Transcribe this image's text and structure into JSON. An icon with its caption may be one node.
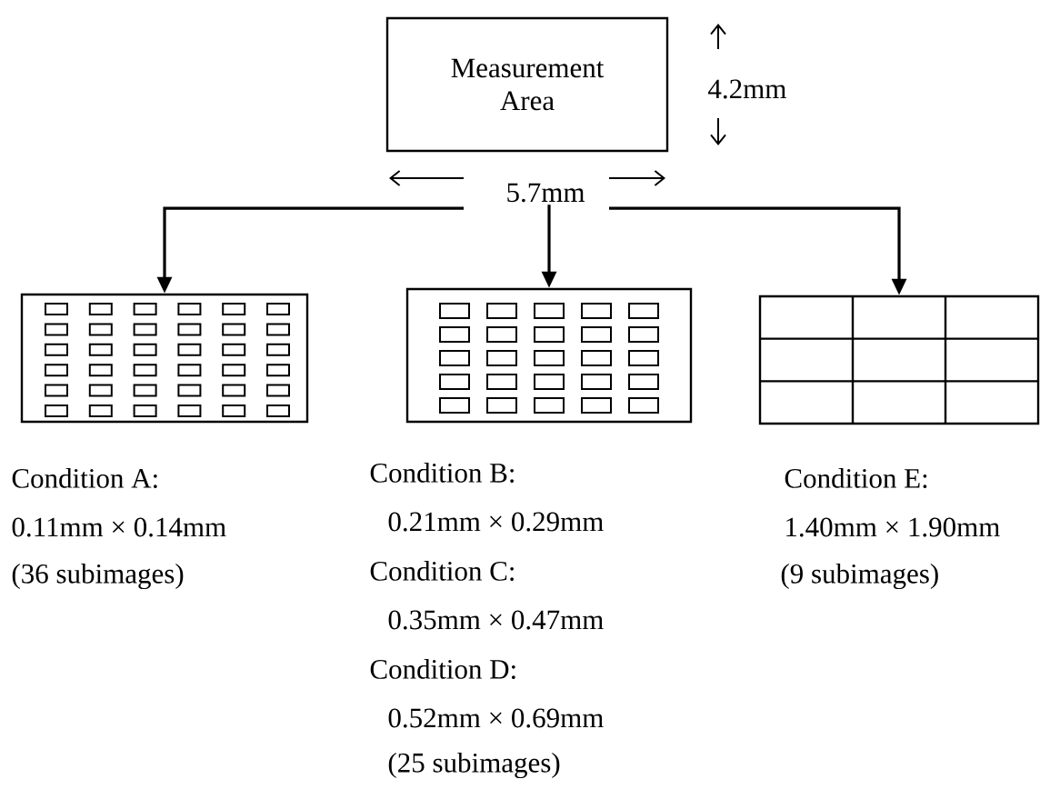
{
  "diagram": {
    "nodes": [
      {
        "text": [
          "Measurement Area"
        ]
      },
      {
        "text": [],
        "shape": "box",
        "beside": [
          "Condition A:",
          "0.11mm × 0.14mm",
          "(36 subimages)"
        ]
      },
      {
        "text": [],
        "shape": "box",
        "beside": [
          "Condition B:",
          "0.21mm × 0.29mm",
          "Condition C:",
          "0.35mm × 0.47mm",
          "Condition D:",
          "0.52mm × 0.69mm",
          "(25 subimages)"
        ]
      },
      {
        "text": [],
        "shape": "box",
        "beside": [
          "Condition E:",
          "1.40mm × 1.90mm",
          "(9 subimages)"
        ]
      }
    ],
    "edges": [
      {
        "from": 0,
        "to": 1,
        "arrow": "to"
      },
      {
        "from": 0,
        "to": 2,
        "arrow": "to"
      },
      {
        "from": 0,
        "to": 3,
        "arrow": "to"
      }
    ],
    "labels": [
      "4.2mm",
      "5.7mm"
    ]
  }
}
